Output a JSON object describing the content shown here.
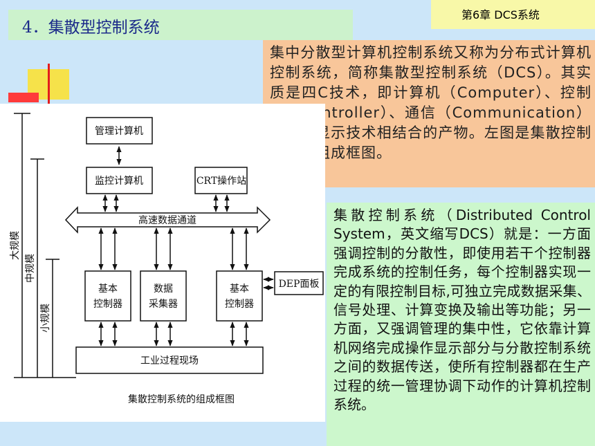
{
  "title": "4．集散型控制系统",
  "chapter": "第6章 DCS系统",
  "intro_text": "集中分散型计算机控制系统又称为分布式计算机控制系统，简称集散型控制系统（DCS）。其实质是四C技术，即计算机（Computer）、控制器（Controller）、通信（Communication）和CRT显示技术相结合的产物。左图是集散控制系统的组成框图。",
  "description_text": "集散控制系统（Distributed Control System，英文缩写DCS）就是：一方面强调控制的分散性，即使用若干个控制器完成系统的控制任务，每个控制器实现一定的有限控制目标,可独立完成数据采集、信号处理、计算变换及输出等功能；另一方面，又强调管理的集中性，它依靠计算机网络完成操作显示部分与分散控制系统之间的数据传送，使所有控制器都在生产过程的统一管理协调下动作的计算机控制系统。",
  "diagram": {
    "caption": "集散控制系统的组成框图",
    "boxes": {
      "mgmt": "管理计算机",
      "monitor": "监控计算机",
      "crt": "CRT操作站",
      "bus": "高速数据通道",
      "ctrl_left": [
        "基本",
        "控制器"
      ],
      "acq": [
        "数据",
        "采集器"
      ],
      "ctrl_right": [
        "基本",
        "控制器"
      ],
      "dep": "DEP面板",
      "process": "工业过程现场"
    },
    "scales": {
      "large": "大规模",
      "medium": "中规模",
      "small": "小规模"
    }
  }
}
